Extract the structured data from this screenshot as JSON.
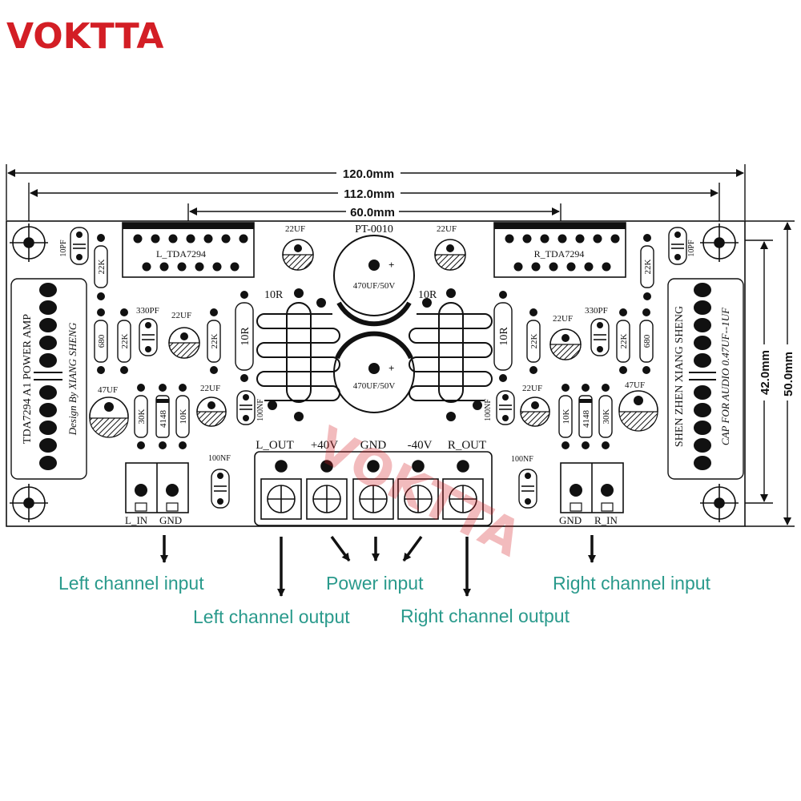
{
  "brand": {
    "name": "VOKTTA",
    "accent": "#d31e25",
    "watermark": "VOKTTA"
  },
  "dimensions": {
    "w120": "120.0mm",
    "w112": "112.0mm",
    "w60": "60.0mm",
    "h42": "42.0mm",
    "h50": "50.0mm"
  },
  "board": {
    "model": "PT-0010",
    "chip_left": "L_TDA7294",
    "chip_right": "R_TDA7294",
    "title_left": "TDA7294 A1  POWER AMP",
    "designer": "Design By  XIANG SHENG",
    "title_right": "SHEN ZHEN XIANG SHENG",
    "cap_note": "CAP FOR AUDIO 0.47UF--1UF",
    "main_cap": "470UF/50V",
    "terminals": {
      "l_out": "L_OUT",
      "v_pos": "+40V",
      "gnd": "GND",
      "v_neg": "-40V",
      "r_out": "R_OUT"
    },
    "inputs": {
      "l_in": "L_IN",
      "gnd_left": "GND",
      "gnd_right": "GND",
      "r_in": "R_IN"
    },
    "components": {
      "c10pf": "10PF",
      "r22k": "22K",
      "c22uf": "22UF",
      "c330pf": "330PF",
      "r680": "680",
      "r10r": "10R",
      "c47uf": "47UF",
      "r30k": "30K",
      "d4148": "4148",
      "r10k": "10K",
      "c100nf": "100NF",
      "plus": "+"
    }
  },
  "captions": {
    "left_input": "Left channel input",
    "left_output": "Left channel output",
    "power_input": "Power input",
    "right_output": "Right channel output",
    "right_input": "Right channel input"
  }
}
